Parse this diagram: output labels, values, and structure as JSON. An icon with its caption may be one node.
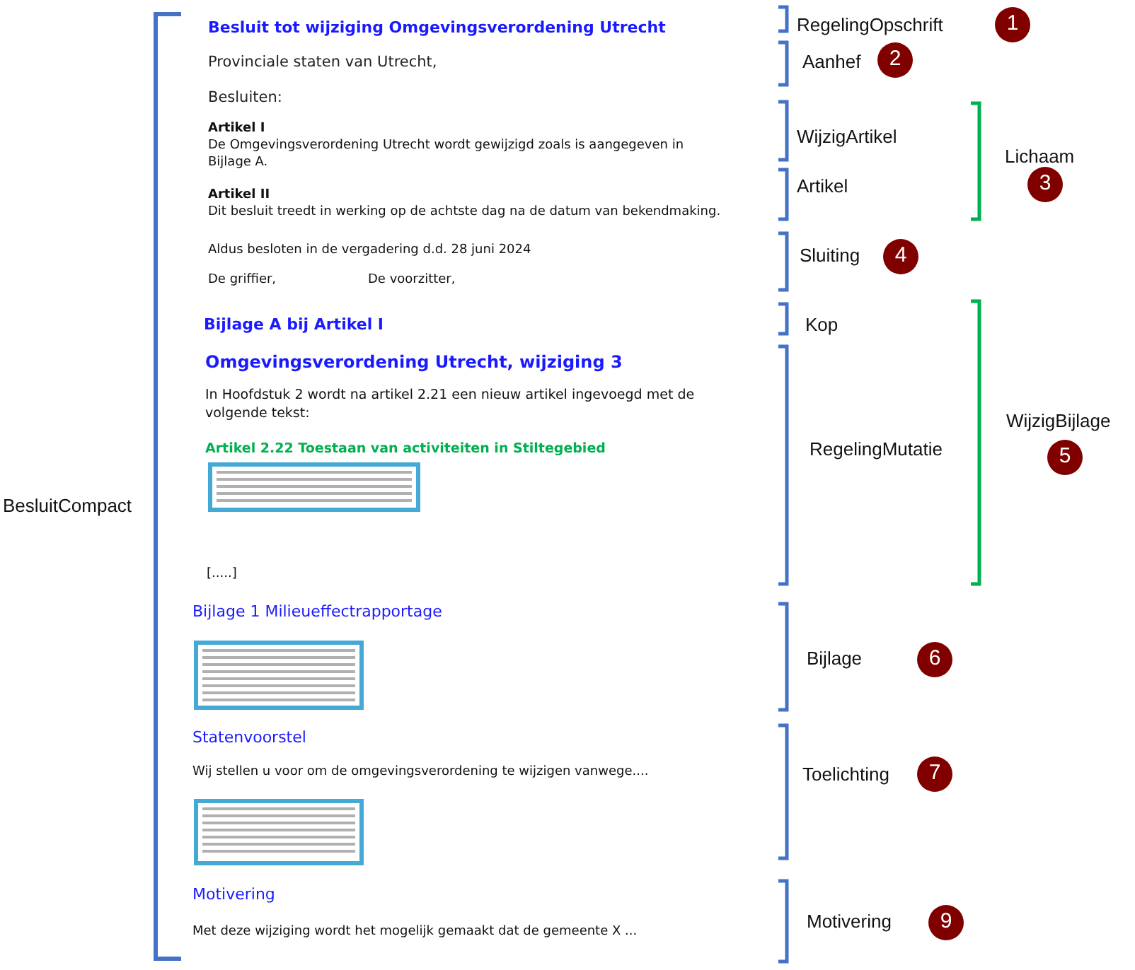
{
  "diagram": {
    "nodes": [
      {
        "text": [
          "1"
        ]
      },
      {
        "text": [
          "2"
        ]
      },
      {
        "text": [
          "3"
        ]
      },
      {
        "text": [
          "4"
        ]
      },
      {
        "text": [
          "5"
        ]
      },
      {
        "text": [
          "6"
        ]
      },
      {
        "text": [
          "7"
        ]
      },
      {
        "text": [
          "9"
        ]
      }
    ],
    "edges": [],
    "labels": [
      "Besluit tot wijziging Omgevingsverordening Utrecht",
      "Provinciale staten van Utrecht,",
      "Besluiten:",
      "Artikel I",
      "De Omgevingsverordening Utrecht wordt gewijzigd zoals is aangegeven in Bijlage A.",
      "Artikel II",
      "Dit besluit treedt in werking op de achtste dag na de datum van bekendmaking.",
      "Aldus besloten in de vergadering d.d. 28 juni 2024",
      "De griffier,",
      "De voorzitter,",
      "Bijlage A bij Artikel I",
      "Omgevingsverordening Utrecht, wijziging 3",
      "In Hoofdstuk 2 wordt na artikel 2.21 een nieuw artikel ingevoegd met de volgende tekst:",
      "Artikel 2.22 Toestaan van activiteiten in Stiltegebied",
      "[.....]",
      "Bijlage 1 Milieueffectrapportage",
      "Statenvoorstel",
      "Wij stellen u voor om de omgevingsverordening te wijzigen vanwege....",
      "Motivering",
      "Met deze wijziging wordt het mogelijk gemaakt dat de gemeente X ...",
      "BesluitCompact",
      "RegelingOpschrift",
      "Aanhef",
      "WijzigArtikel",
      "Artikel",
      "Lichaam",
      "Sluiting",
      "Kop",
      "RegelingMutatie",
      "WijzigBijlage",
      "Bijlage",
      "Toelichting",
      "Motivering"
    ]
  }
}
